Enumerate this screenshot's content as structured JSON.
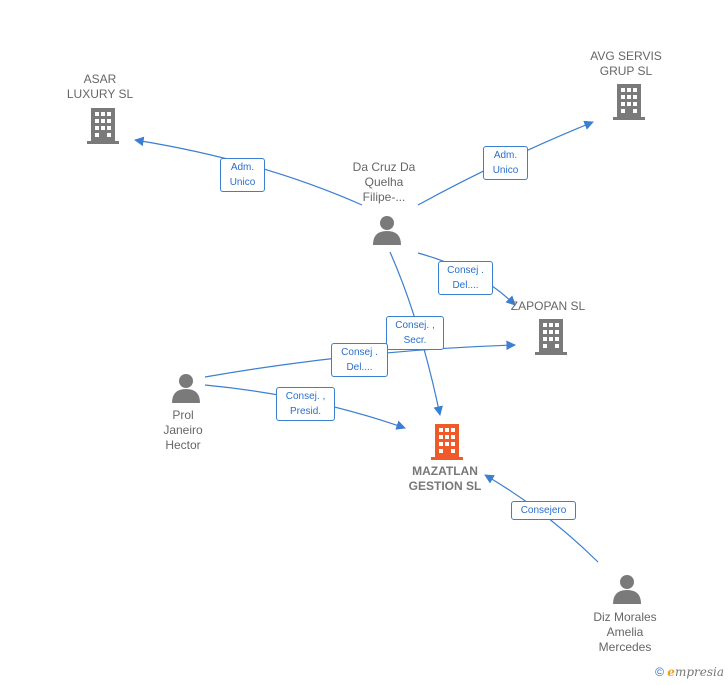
{
  "nodes": {
    "asar": {
      "label": [
        "ASAR",
        "LUXURY  SL"
      ],
      "kind": "company"
    },
    "avg": {
      "label": [
        "AVG SERVIS",
        "GRUP SL"
      ],
      "kind": "company"
    },
    "dacruz": {
      "label": [
        "Da Cruz Da",
        "Quelha",
        "Filipe-..."
      ],
      "kind": "person"
    },
    "zapopan": {
      "label": [
        "ZAPOPAN SL"
      ],
      "kind": "company"
    },
    "prol": {
      "label": [
        "Prol",
        "Janeiro",
        "Hector"
      ],
      "kind": "person"
    },
    "mazatlan": {
      "label": [
        "MAZATLAN",
        "GESTION  SL"
      ],
      "kind": "company-main"
    },
    "diz": {
      "label": [
        "Diz Morales",
        "Amelia",
        "Mercedes"
      ],
      "kind": "person"
    }
  },
  "edges": {
    "dacruz_asar": [
      "Adm.",
      "Unico"
    ],
    "dacruz_avg": [
      "Adm.",
      "Unico"
    ],
    "dacruz_zapopan": [
      "Consej .",
      "Del...."
    ],
    "dacruz_mazatlan": [
      "Consej. ,",
      "Secr."
    ],
    "prol_zapopan": [
      "Consej .",
      "Del...."
    ],
    "prol_mazatlan": [
      "Consej. ,",
      "Presid."
    ],
    "diz_mazatlan": [
      "Consejero"
    ]
  },
  "colors": {
    "edge": "#3a7fd1",
    "icon": "#7a7a7a",
    "main_icon": "#f05a28",
    "label": "#666666"
  },
  "footer": {
    "copyright": "©",
    "brand_initial": "e",
    "brand_rest": "mpresia"
  }
}
